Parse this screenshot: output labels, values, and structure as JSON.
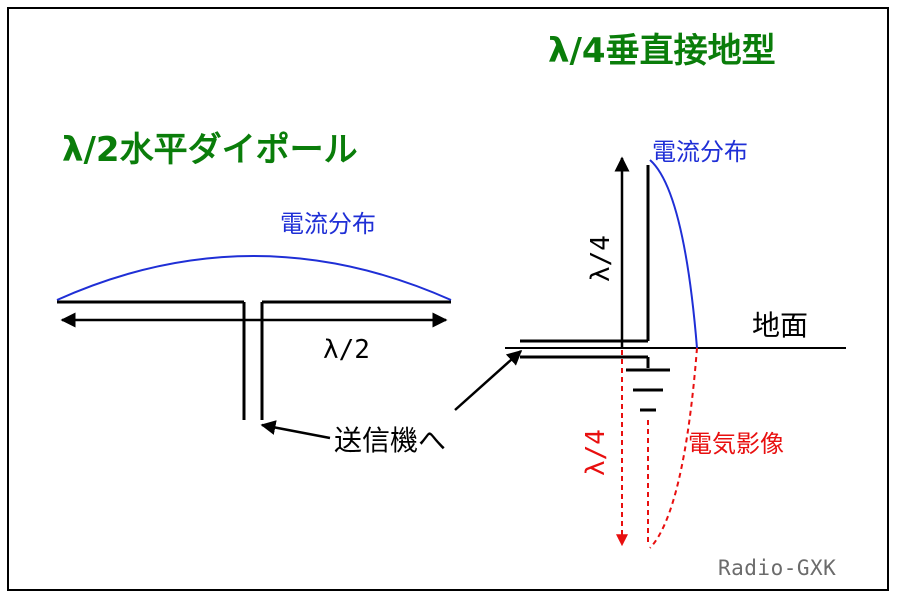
{
  "titles": {
    "dipole": "λ/2水平ダイポール",
    "ground_plane": "λ/4垂直接地型"
  },
  "labels": {
    "current_dist_left": "電流分布",
    "current_dist_right": "電流分布",
    "half_wave": "λ/2",
    "quarter_wave_up": "λ/4",
    "quarter_wave_down": "λ/4",
    "ground": "地面",
    "to_transmitter": "送信機へ",
    "electric_image": "電気影像"
  },
  "credit": "Radio-GXK",
  "colors": {
    "title_green": "#0a7d0a",
    "current_blue": "#1f2fd6",
    "image_red": "#e80f0f",
    "line_black": "#000000",
    "credit_gray": "#6b6b6b"
  }
}
